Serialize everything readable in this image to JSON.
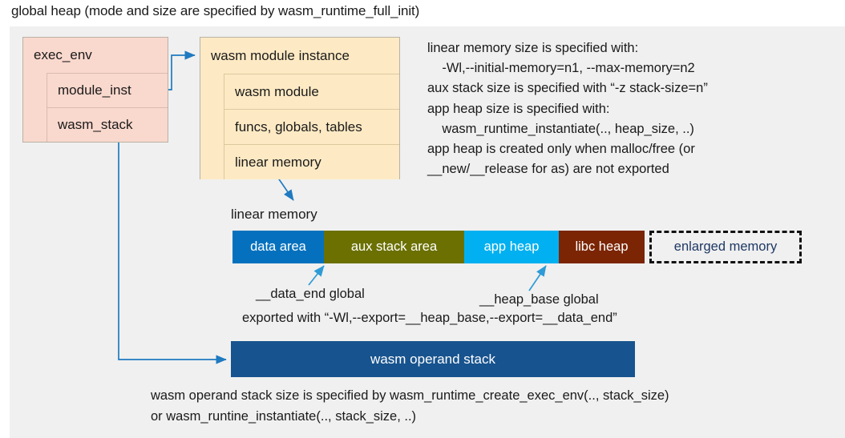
{
  "title": "global heap (mode and size are specified by wasm_runtime_full_init)",
  "colors": {
    "panel_bg": "#f0f0f0",
    "exec_env_fill": "#f9d8cd",
    "wasm_inst_fill": "#fdeac4",
    "data_area": "#0571be",
    "aux_stack_area": "#6b7000",
    "app_heap": "#00b0f0",
    "libc_heap": "#7b2504",
    "operand_stack": "#17538e",
    "connector": "#1f7ac0",
    "arrow_light": "#2e9bd6",
    "enlarged_text": "#1f3864"
  },
  "exec_env": {
    "header": "exec_env",
    "fields": [
      {
        "label": "module_inst"
      },
      {
        "label": "wasm_stack"
      }
    ]
  },
  "wasm_module_instance": {
    "header": "wasm module instance",
    "fields": [
      {
        "label": "wasm module"
      },
      {
        "label": "funcs, globals, tables"
      },
      {
        "label": "linear memory"
      }
    ]
  },
  "notes_right": "linear memory size is specified with:\n    -Wl,--initial-memory=n1, --max-memory=n2\naux stack size is specified with “-z stack-size=n”\napp heap size is specified with:\n    wasm_runtime_instantiate(.., heap_size, ..)\napp heap is created only when malloc/free (or\n__new/__release for as) are not exported",
  "linear_memory": {
    "label": "linear memory",
    "segments": [
      {
        "label": "data area",
        "color": "#0571be",
        "width": 114,
        "style": "solid"
      },
      {
        "label": "aux stack area",
        "color": "#6b7000",
        "width": 175,
        "style": "solid"
      },
      {
        "label": "app heap",
        "color": "#00b0f0",
        "width": 118,
        "style": "solid"
      },
      {
        "label": "libc heap",
        "color": "#7b2504",
        "width": 107,
        "style": "solid"
      },
      {
        "label": "enlarged memory",
        "color": "#f0f0f0",
        "width": 190,
        "style": "dashed"
      }
    ]
  },
  "annotations": {
    "data_end": "__data_end global",
    "heap_base": "__heap_base global",
    "exported": "exported with “-Wl,--export=__heap_base,--export=__data_end”"
  },
  "operand_stack": {
    "label": "wasm operand stack"
  },
  "notes_bottom": "wasm operand stack size is specified by wasm_runtime_create_exec_env(.., stack_size)\nor wasm_runtine_instantiate(.., stack_size, ..)"
}
